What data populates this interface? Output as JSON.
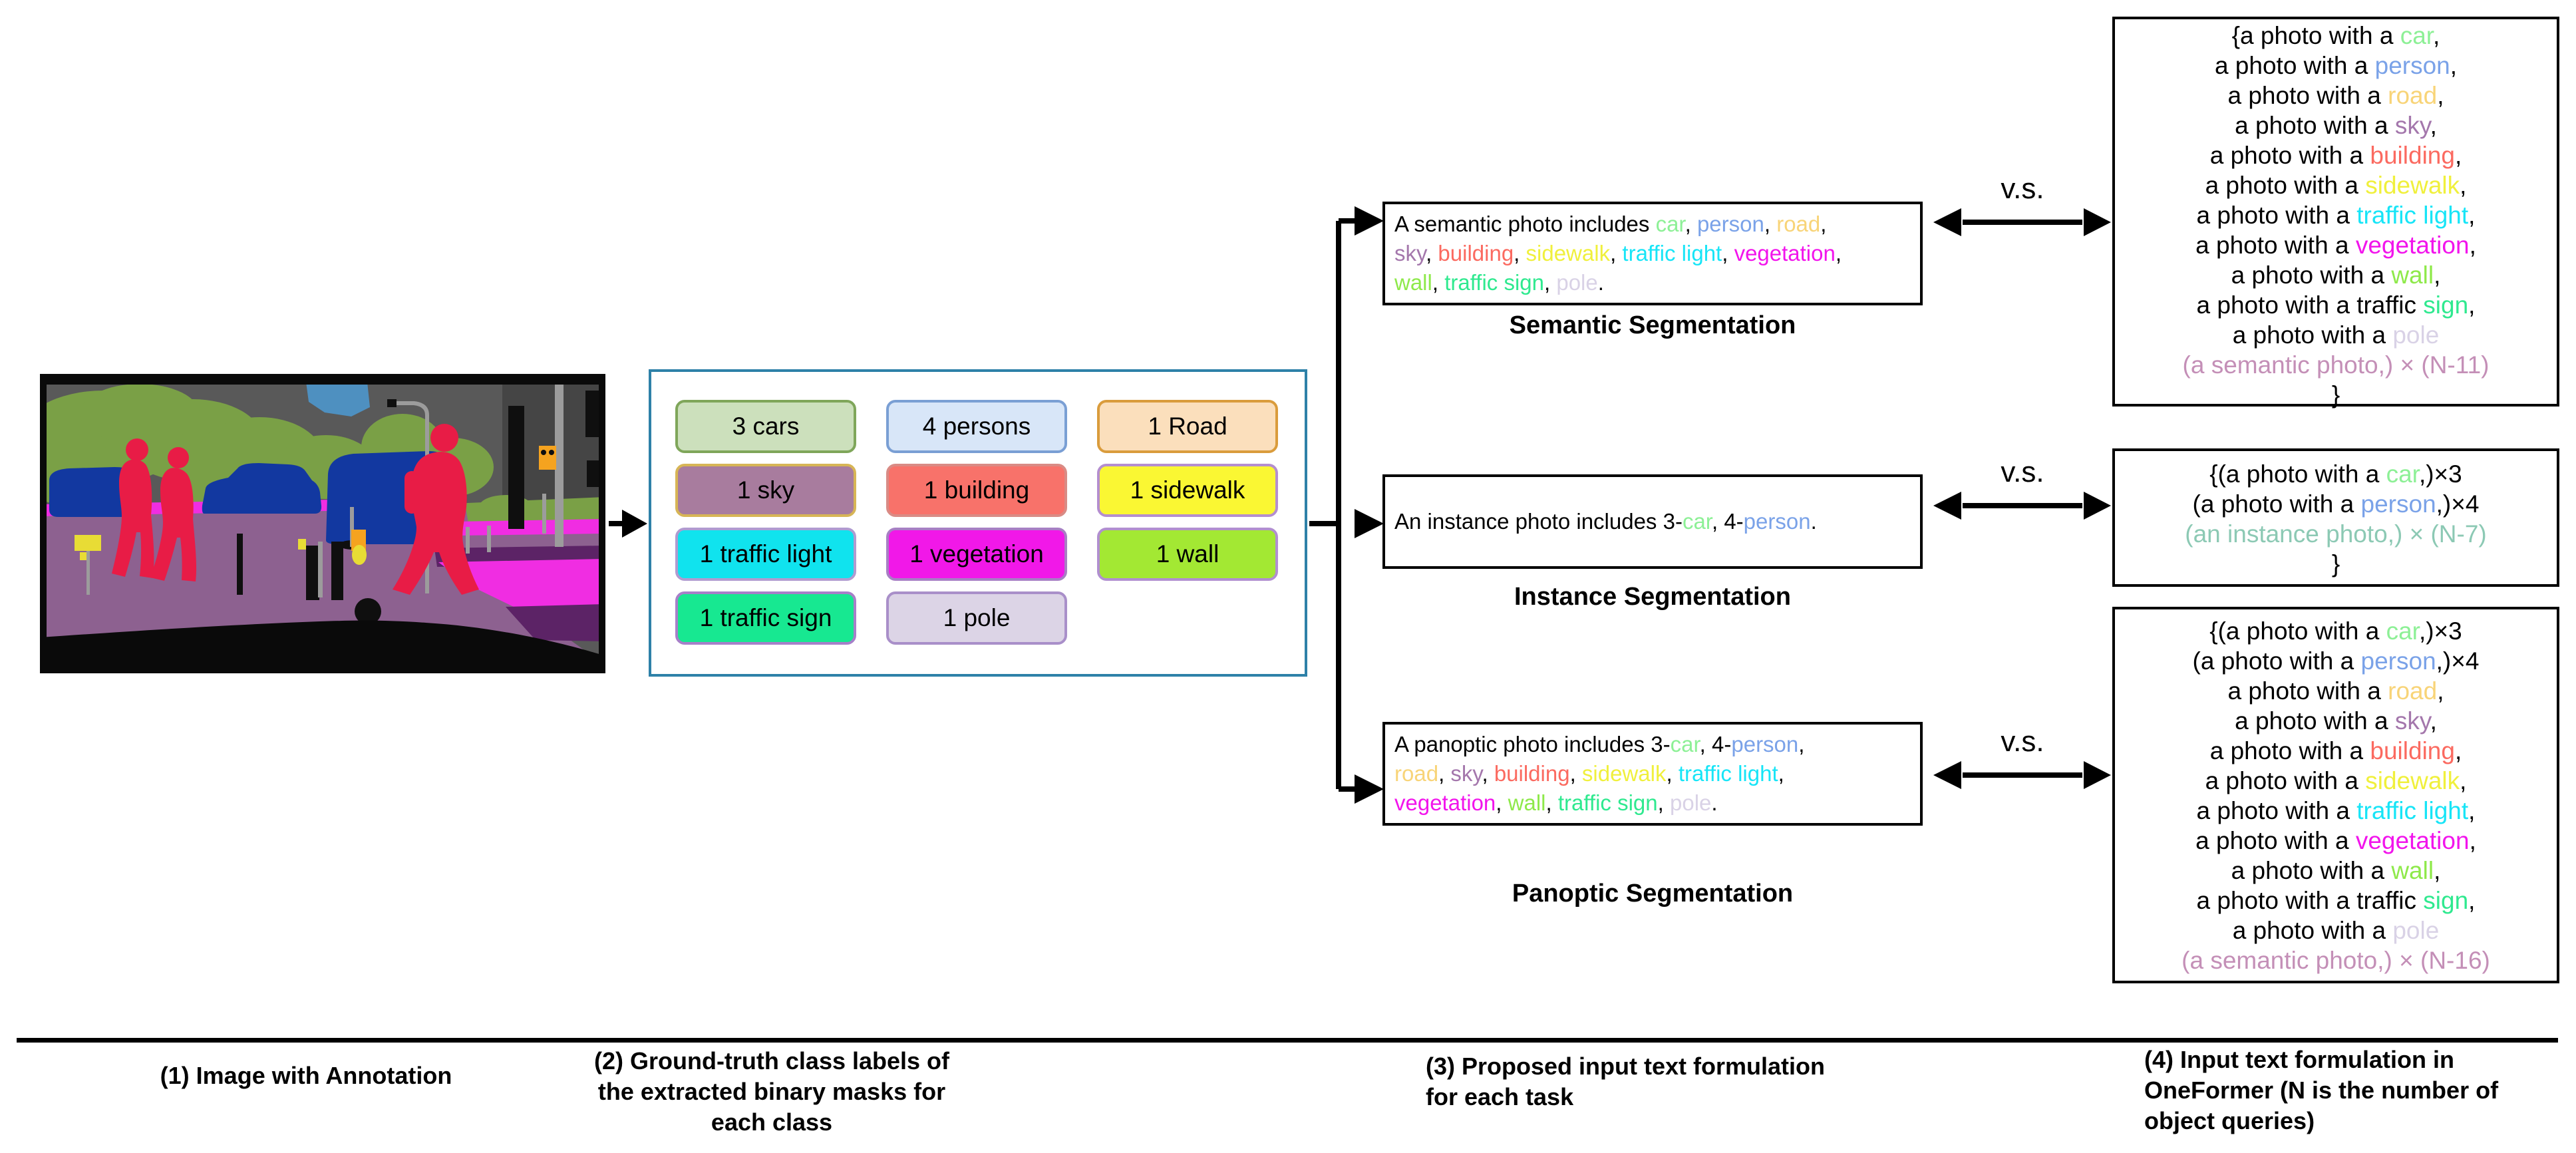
{
  "figure": {
    "vs_label": "v.s."
  },
  "palette": {
    "black": "#000000",
    "car": "#8DF096",
    "person": "#7AA2E8",
    "road": "#F8D478",
    "sky": "#A477AC",
    "building": "#FB6A60",
    "sidewalk": "#F0F03C",
    "traffic_light": "#17E5F7",
    "vegetation": "#F214EC",
    "wall": "#8EE94A",
    "traffic_sign": "#2FE98F",
    "pole": "#D9D2E6",
    "semantic_repeat": "#C48FB7",
    "instance_repeat": "#8CC9B4"
  },
  "class_panel": {
    "border_color": "#2E81A8",
    "chips": [
      {
        "label": "3 cars",
        "bg": "#CCE0BC",
        "border": "#7FA65A"
      },
      {
        "label": "4 persons",
        "bg": "#D8E6F8",
        "border": "#7A9FD4"
      },
      {
        "label": "1 Road",
        "bg": "#FBDFBC",
        "border": "#DA9C3C"
      },
      {
        "label": "1 sky",
        "bg": "#A87C9E",
        "border": "#D7B556"
      },
      {
        "label": "1 building",
        "bg": "#F8726A",
        "border": "#D98B85"
      },
      {
        "label": "1 sidewalk",
        "bg": "#FAF733",
        "border": "#B48ECF"
      },
      {
        "label": "1 traffic light",
        "bg": "#10E3EE",
        "border": "#B09BD0"
      },
      {
        "label": "1 vegetation",
        "bg": "#F118E8",
        "border": "#A77FC4"
      },
      {
        "label": "1 wall",
        "bg": "#A3E833",
        "border": "#B18FD0"
      },
      {
        "label": "1 traffic sign",
        "bg": "#17E891",
        "border": "#A77FC9"
      },
      {
        "label": "1 pole",
        "bg": "#DCD4E6",
        "border": "#A98FC9"
      }
    ]
  },
  "tasks": [
    {
      "name": "Semantic Segmentation",
      "lines": [
        [
          {
            "t": "A semantic photo includes ",
            "c": "black"
          },
          {
            "t": "car",
            "c": "car"
          },
          {
            "t": ", ",
            "c": "black"
          },
          {
            "t": "person",
            "c": "person"
          },
          {
            "t": ", ",
            "c": "black"
          },
          {
            "t": "road",
            "c": "road"
          },
          {
            "t": ",",
            "c": "black"
          }
        ],
        [
          {
            "t": "sky",
            "c": "sky"
          },
          {
            "t": ", ",
            "c": "black"
          },
          {
            "t": "building",
            "c": "building"
          },
          {
            "t": ", ",
            "c": "black"
          },
          {
            "t": "sidewalk",
            "c": "sidewalk"
          },
          {
            "t": ", ",
            "c": "black"
          },
          {
            "t": "traffic light",
            "c": "traffic_light"
          },
          {
            "t": ", ",
            "c": "black"
          },
          {
            "t": "vegetation",
            "c": "vegetation"
          },
          {
            "t": ",",
            "c": "black"
          }
        ],
        [
          {
            "t": "wall",
            "c": "wall"
          },
          {
            "t": ", ",
            "c": "black"
          },
          {
            "t": "traffic sign",
            "c": "traffic_sign"
          },
          {
            "t": ", ",
            "c": "black"
          },
          {
            "t": "pole",
            "c": "pole"
          },
          {
            "t": ".",
            "c": "black"
          }
        ]
      ]
    },
    {
      "name": "Instance Segmentation",
      "lines": [
        [
          {
            "t": "An instance photo includes 3-",
            "c": "black"
          },
          {
            "t": "car",
            "c": "car"
          },
          {
            "t": ", 4-",
            "c": "black"
          },
          {
            "t": "person",
            "c": "person"
          },
          {
            "t": ".",
            "c": "black"
          }
        ]
      ]
    },
    {
      "name": "Panoptic Segmentation",
      "lines": [
        [
          {
            "t": "A panoptic photo includes 3-",
            "c": "black"
          },
          {
            "t": "car",
            "c": "car"
          },
          {
            "t": ", 4-",
            "c": "black"
          },
          {
            "t": "person",
            "c": "person"
          },
          {
            "t": ",",
            "c": "black"
          }
        ],
        [
          {
            "t": "road",
            "c": "road"
          },
          {
            "t": ", ",
            "c": "black"
          },
          {
            "t": "sky",
            "c": "sky"
          },
          {
            "t": ", ",
            "c": "black"
          },
          {
            "t": "building",
            "c": "building"
          },
          {
            "t": ", ",
            "c": "black"
          },
          {
            "t": "sidewalk",
            "c": "sidewalk"
          },
          {
            "t": ", ",
            "c": "black"
          },
          {
            "t": "traffic light",
            "c": "traffic_light"
          },
          {
            "t": ",",
            "c": "black"
          }
        ],
        [
          {
            "t": "vegetation",
            "c": "vegetation"
          },
          {
            "t": ", ",
            "c": "black"
          },
          {
            "t": "wall",
            "c": "wall"
          },
          {
            "t": ", ",
            "c": "black"
          },
          {
            "t": "traffic sign",
            "c": "traffic_sign"
          },
          {
            "t": ", ",
            "c": "black"
          },
          {
            "t": "pole",
            "c": "pole"
          },
          {
            "t": ".",
            "c": "black"
          }
        ]
      ]
    }
  ],
  "formulations": [
    {
      "lines": [
        [
          {
            "t": "{a photo with a ",
            "c": "black"
          },
          {
            "t": "car",
            "c": "car"
          },
          {
            "t": ",",
            "c": "black"
          }
        ],
        [
          {
            "t": "a photo with a ",
            "c": "black"
          },
          {
            "t": "person",
            "c": "person"
          },
          {
            "t": ",",
            "c": "black"
          }
        ],
        [
          {
            "t": "a photo with a ",
            "c": "black"
          },
          {
            "t": "road",
            "c": "road"
          },
          {
            "t": ",",
            "c": "black"
          }
        ],
        [
          {
            "t": "a photo with a ",
            "c": "black"
          },
          {
            "t": "sky",
            "c": "sky"
          },
          {
            "t": ",",
            "c": "black"
          }
        ],
        [
          {
            "t": "a photo with a ",
            "c": "black"
          },
          {
            "t": "building",
            "c": "building"
          },
          {
            "t": ",",
            "c": "black"
          }
        ],
        [
          {
            "t": "a photo with a ",
            "c": "black"
          },
          {
            "t": "sidewalk",
            "c": "sidewalk"
          },
          {
            "t": ",",
            "c": "black"
          }
        ],
        [
          {
            "t": "a photo with a ",
            "c": "black"
          },
          {
            "t": "traffic light",
            "c": "traffic_light"
          },
          {
            "t": ",",
            "c": "black"
          }
        ],
        [
          {
            "t": "a photo with a ",
            "c": "black"
          },
          {
            "t": "vegetation",
            "c": "vegetation"
          },
          {
            "t": ",",
            "c": "black"
          }
        ],
        [
          {
            "t": "a photo with a ",
            "c": "black"
          },
          {
            "t": "wall",
            "c": "wall"
          },
          {
            "t": ",",
            "c": "black"
          }
        ],
        [
          {
            "t": "a photo with a traffic ",
            "c": "black"
          },
          {
            "t": "sign",
            "c": "traffic_sign"
          },
          {
            "t": ",",
            "c": "black"
          }
        ],
        [
          {
            "t": "a photo with a ",
            "c": "black"
          },
          {
            "t": "pole",
            "c": "pole"
          }
        ],
        [
          {
            "t": "(a semantic photo,) × (N-11)",
            "c": "semantic_repeat"
          }
        ],
        [
          {
            "t": "}",
            "c": "black"
          }
        ]
      ]
    },
    {
      "lines": [
        [
          {
            "t": "{(a photo with a ",
            "c": "black"
          },
          {
            "t": "car",
            "c": "car"
          },
          {
            "t": ",)×3",
            "c": "black"
          }
        ],
        [
          {
            "t": "(a photo with a ",
            "c": "black"
          },
          {
            "t": "person",
            "c": "person"
          },
          {
            "t": ",)×4",
            "c": "black"
          }
        ],
        [
          {
            "t": "(an instance photo,) × (N-7)",
            "c": "instance_repeat"
          }
        ],
        [
          {
            "t": "}",
            "c": "black"
          }
        ]
      ]
    },
    {
      "lines": [
        [
          {
            "t": "{(a photo with a ",
            "c": "black"
          },
          {
            "t": "car",
            "c": "car"
          },
          {
            "t": ",)×3",
            "c": "black"
          }
        ],
        [
          {
            "t": "(a photo with a ",
            "c": "black"
          },
          {
            "t": "person",
            "c": "person"
          },
          {
            "t": ",)×4",
            "c": "black"
          }
        ],
        [
          {
            "t": "a photo with a ",
            "c": "black"
          },
          {
            "t": "road",
            "c": "road"
          },
          {
            "t": ",",
            "c": "black"
          }
        ],
        [
          {
            "t": "a photo with a ",
            "c": "black"
          },
          {
            "t": "sky",
            "c": "sky"
          },
          {
            "t": ",",
            "c": "black"
          }
        ],
        [
          {
            "t": "a photo with a ",
            "c": "black"
          },
          {
            "t": "building",
            "c": "building"
          },
          {
            "t": ",",
            "c": "black"
          }
        ],
        [
          {
            "t": "a photo with a ",
            "c": "black"
          },
          {
            "t": "sidewalk",
            "c": "sidewalk"
          },
          {
            "t": ",",
            "c": "black"
          }
        ],
        [
          {
            "t": "a photo with a ",
            "c": "black"
          },
          {
            "t": "traffic light",
            "c": "traffic_light"
          },
          {
            "t": ",",
            "c": "black"
          }
        ],
        [
          {
            "t": "a photo with a ",
            "c": "black"
          },
          {
            "t": "vegetation",
            "c": "vegetation"
          },
          {
            "t": ",",
            "c": "black"
          }
        ],
        [
          {
            "t": "a photo with a ",
            "c": "black"
          },
          {
            "t": "wall",
            "c": "wall"
          },
          {
            "t": ",",
            "c": "black"
          }
        ],
        [
          {
            "t": "a photo with a traffic ",
            "c": "black"
          },
          {
            "t": "sign",
            "c": "traffic_sign"
          },
          {
            "t": ",",
            "c": "black"
          }
        ],
        [
          {
            "t": "a photo with a ",
            "c": "black"
          },
          {
            "t": "pole",
            "c": "pole"
          }
        ],
        [
          {
            "t": "(a semantic photo,) × (N-16)",
            "c": "semantic_repeat"
          }
        ]
      ]
    }
  ],
  "captions": [
    {
      "lines": [
        "(1) Image with Annotation"
      ]
    },
    {
      "lines": [
        "(2) Ground-truth class labels of",
        "the extracted binary masks for",
        "each class"
      ]
    },
    {
      "lines": [
        "(3) Proposed input text formulation",
        "for each task"
      ]
    },
    {
      "lines": [
        "(4) Input text formulation in",
        "OneFormer (N is the number of",
        "object queries)"
      ]
    }
  ]
}
